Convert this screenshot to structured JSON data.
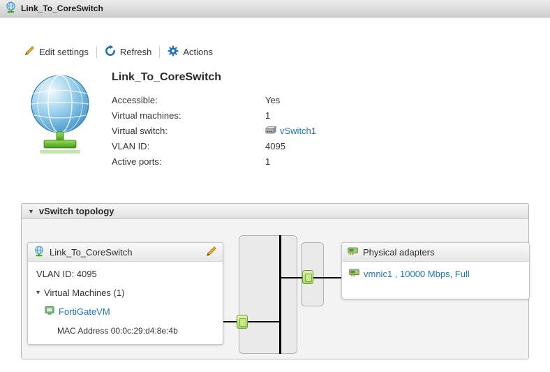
{
  "window": {
    "title": "Link_To_CoreSwitch"
  },
  "toolbar": {
    "edit_settings": "Edit settings",
    "refresh": "Refresh",
    "actions": "Actions"
  },
  "portgroup": {
    "title": "Link_To_CoreSwitch",
    "properties": [
      {
        "label": "Accessible:",
        "value": "Yes"
      },
      {
        "label": "Virtual machines:",
        "value": "1"
      },
      {
        "label": "Virtual switch:",
        "value": "vSwitch1"
      },
      {
        "label": "VLAN ID:",
        "value": "4095"
      },
      {
        "label": "Active ports:",
        "value": "1"
      }
    ]
  },
  "topology": {
    "header": "vSwitch topology",
    "portgroup_box": {
      "title": "Link_To_CoreSwitch",
      "vlan": "VLAN ID: 4095",
      "vm_group": "Virtual Machines (1)",
      "vm_name": "FortiGateVM",
      "vm_mac": "MAC Address 00:0c:29:d4:8e:4b"
    },
    "physical_box": {
      "title": "Physical adapters",
      "adapter": "vmnic1 , 10000 Mbps, Full"
    }
  },
  "icons": {
    "panel_collapse": "▼",
    "tree_collapse": "▾"
  },
  "colors": {
    "link": "#1b76b5",
    "accent_blue": "#1e73b8",
    "port_green": "#a6d45f"
  }
}
